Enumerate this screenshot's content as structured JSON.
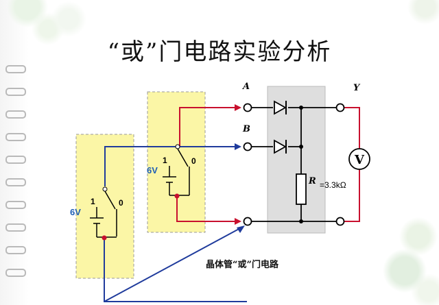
{
  "slide": {
    "title": "“或”门电路实验分析",
    "caption": "晶体管“或”门电路"
  },
  "circuit": {
    "terminal_labels": {
      "a": "A",
      "b": "B",
      "y": "Y"
    },
    "switch1": {
      "voltage": "6V",
      "pos1": "1",
      "pos0": "0"
    },
    "switch2": {
      "voltage": "6V",
      "pos1": "1",
      "pos0": "0"
    },
    "resistor": {
      "label": "R",
      "value": "=3.3kΩ"
    },
    "voltmeter": {
      "label": "V"
    }
  },
  "colors": {
    "wire_red": "#c8102e",
    "wire_blue": "#1f3b9c",
    "switch_box": "#fbf6a6",
    "gate_box": "#dedede",
    "voltage_label": "#1f5fb5"
  }
}
